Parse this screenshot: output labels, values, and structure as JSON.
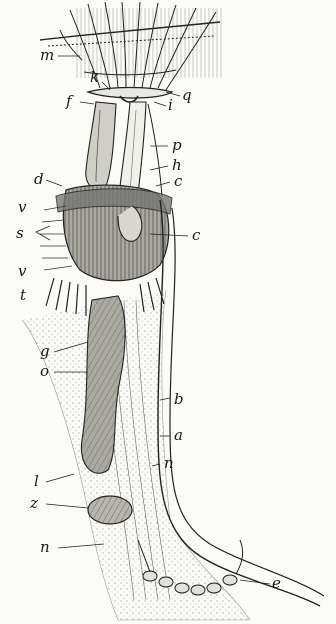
{
  "figure": {
    "labels": {
      "m": "m",
      "k": "k",
      "f": "f",
      "q": "q",
      "i": "i",
      "p": "p",
      "h": "h",
      "c_upper": "c",
      "d": "d",
      "v_upper": "v",
      "s": "s",
      "v_lower": "v",
      "t": "t",
      "c_right": "c",
      "g": "g",
      "o": "o",
      "b": "b",
      "a": "a",
      "n_right": "n",
      "l": "l",
      "z": "z",
      "n_left": "n",
      "e": "e"
    }
  },
  "colors": {
    "ink": "#1a1a1a",
    "paper": "#fbfbf8",
    "shade": "#bdbdb4",
    "dark": "#6e6e66"
  }
}
